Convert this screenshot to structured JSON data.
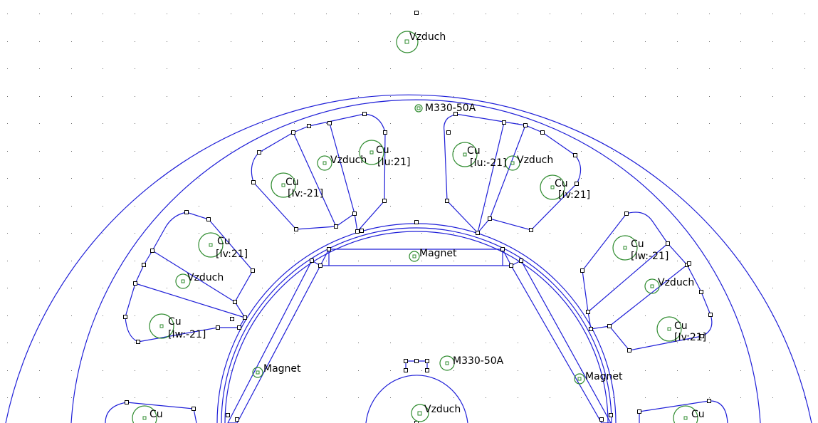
{
  "labels": {
    "air_top": "Vzduch",
    "stator_iron": "M330-50A",
    "rotor_iron": "M330-50A",
    "magnet_top": "Magnet",
    "magnet_left": "Magnet",
    "magnet_right": "Magnet",
    "air_center": "Vzduch",
    "air_slot_a": "Vzduch",
    "air_slot_b": "Vzduch",
    "air_slot_c": "Vzduch",
    "air_slot_d": "Vzduch",
    "cu": "Cu",
    "coil_a1": "[Iv:-21]",
    "coil_a2": "[Iu:21]",
    "coil_b1": "[Iu:-21]",
    "coil_b2": "[Iv:21]",
    "coil_c1": "[Iv:21]",
    "coil_c2": "[Iw:-21]",
    "coil_d1": "[Iw:-21]",
    "coil_d2": "[Iv:21]"
  },
  "colors": {
    "edge": "#1f1fd8",
    "marker": "#2e8b2e",
    "grid_dot": "#6b6b6b",
    "background": "#ffffff"
  }
}
